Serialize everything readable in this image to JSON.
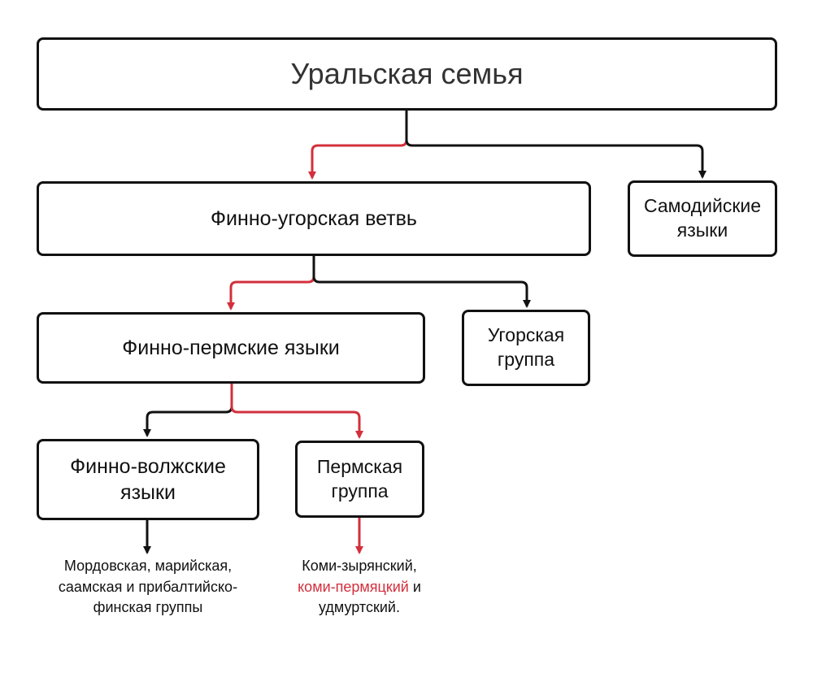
{
  "colors": {
    "line": "#111111",
    "highlight": "#d32f3c"
  },
  "nodes": {
    "root": "Уральская семья",
    "finno_ugric": "Финно-угорская ветвь",
    "samoyedic": [
      "Самодийские",
      "языки"
    ],
    "finno_permic": "Финно-пермские языки",
    "ugric": [
      "Угорская",
      "группа"
    ],
    "finno_volgaic": [
      "Финно-волжские",
      "языки"
    ],
    "permic": [
      "Пермская",
      "группа"
    ]
  },
  "leaves": {
    "finno_volgaic": [
      "Мордовская, марийская,",
      "саамская и",
      "прибалтийско-финская",
      "группы"
    ],
    "permic": {
      "line1": "Коми-зырянский,",
      "line2_highlight": "коми-пермяцкий",
      "line2_rest": " и",
      "line3": "удмуртский."
    }
  }
}
